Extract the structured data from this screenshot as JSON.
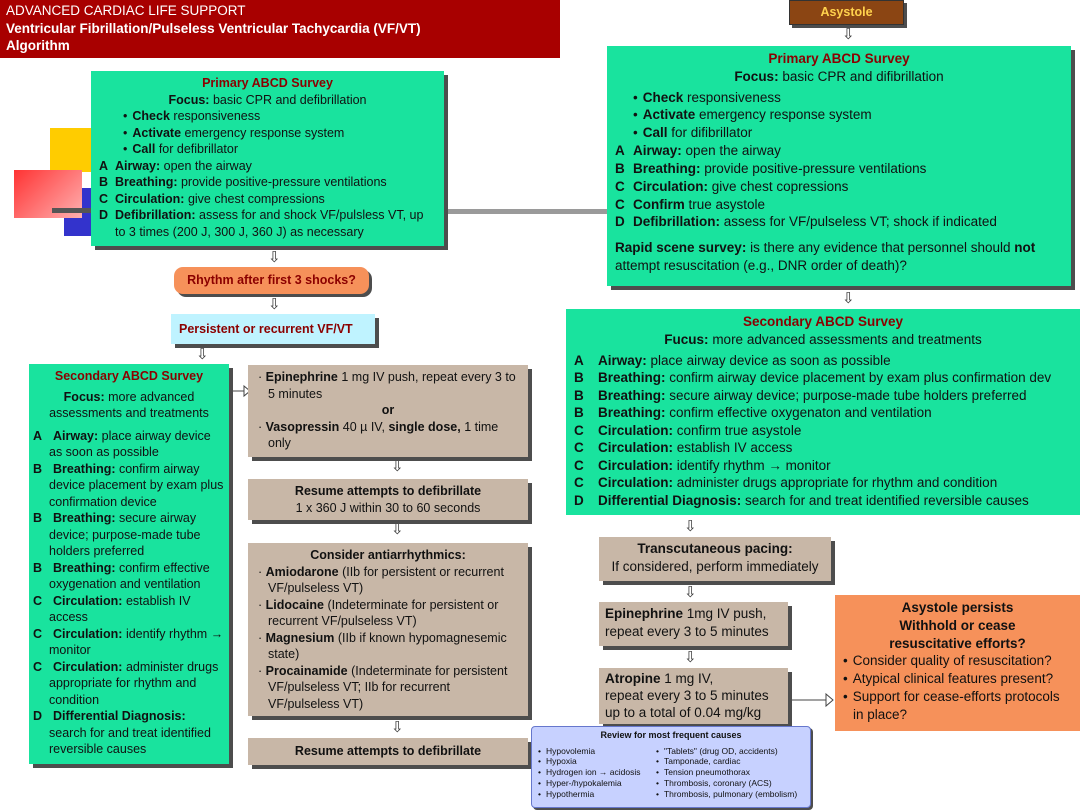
{
  "title": {
    "line1": "ADVANCED CARDIAC LIFE SUPPORT",
    "line2": "Ventricular Fibrillation/Pulseless Ventricular Tachycardia (VF/VT)",
    "line3": "Algorithm"
  },
  "vf": {
    "primary": {
      "heading": "Primary ABCD Survey",
      "focus_label": "Focus:",
      "focus_text": "basic CPR and defibrillation",
      "bullets": [
        {
          "b": "Check",
          "t": "responsiveness"
        },
        {
          "b": "Activate",
          "t": "emergency response system"
        },
        {
          "b": "Call",
          "t": "for defibrillator"
        }
      ],
      "items": [
        {
          "letter": "A",
          "b": "Airway:",
          "t": "open the airway"
        },
        {
          "letter": "B",
          "b": "Breathing:",
          "t": "provide positive-pressure ventilations"
        },
        {
          "letter": "C",
          "b": "Circulation:",
          "t": "give chest compressions"
        },
        {
          "letter": "D",
          "b": "Defibrillation:",
          "t": "assess for and shock VF/pulsless VT, up to 3 times (200 J, 300 J, 360 J) as necessary"
        }
      ]
    },
    "rhythm_pill": "Rhythm after first 3 shocks?",
    "persistent": "Persistent or recurrent VF/VT",
    "secondary": {
      "heading": "Secondary ABCD Survey",
      "focus_label": "Focus:",
      "focus_text": "more advanced assessments and treatments",
      "items": [
        {
          "letter": "A",
          "b": "Airway:",
          "t": "place airway device as soon as possible"
        },
        {
          "letter": "B",
          "b": "Breathing:",
          "t": "confirm airway device placement by exam plus confirmation device"
        },
        {
          "letter": "B",
          "b": "Breathing:",
          "t": "secure airway device; purpose-made tube holders preferred"
        },
        {
          "letter": "B",
          "b": "Breathing:",
          "t": "confirm effective oxygenation and ventilation"
        },
        {
          "letter": "C",
          "b": "Circulation:",
          "t": "establish IV access"
        },
        {
          "letter": "C",
          "b": "Circulation:",
          "t": "identify rhythm → monitor"
        },
        {
          "letter": "C",
          "b": "Circulation:",
          "t": "administer drugs appropriate for rhythm and condition"
        },
        {
          "letter": "D",
          "b": "Differential Diagnosis:",
          "t": "search for and treat identified reversible causes"
        }
      ]
    },
    "epi_box": {
      "epi_b": "Epinephrine",
      "epi_t": "1 mg IV push, repeat every 3 to 5 minutes",
      "or": "or",
      "vaso_b": "Vasopressin",
      "vaso_t": "40 µ IV,",
      "vaso_b2": "single dose,",
      "vaso_t2": "1 time only"
    },
    "resume1": {
      "b": "Resume attempts to defibrillate",
      "t": "1 x 360 J within 30 to 60 seconds"
    },
    "antiarr": {
      "heading": "Consider antiarrhythmics:",
      "items": [
        {
          "b": "Amiodarone",
          "t": "(IIb for persistent or recurrent VF/pulseless VT)"
        },
        {
          "b": "Lidocaine",
          "t": "(Indeterminate for persistent or recurrent VF/pulseless VT)"
        },
        {
          "b": "Magnesium",
          "t": "(IIb if known hypomagnesemic state)"
        },
        {
          "b": "Procainamide",
          "t": "(Indeterminate for persistent VF/pulseless VT; IIb for recurrent VF/pulseless VT)"
        }
      ]
    },
    "resume2": "Resume attempts to defibrillate"
  },
  "asys": {
    "title": "Asystole",
    "primary": {
      "heading": "Primary ABCD Survey",
      "focus_label": "Focus:",
      "focus_text": "basic CPR and difibrillation",
      "bullets": [
        {
          "b": "Check",
          "t": "responsiveness"
        },
        {
          "b": "Activate",
          "t": "emergency response system"
        },
        {
          "b": "Call",
          "t": "for difibrillator"
        }
      ],
      "items": [
        {
          "letter": "A",
          "b": "Airway:",
          "t": "open the airway"
        },
        {
          "letter": "B",
          "b": "Breathing:",
          "t": "provide positive-pressure ventilations"
        },
        {
          "letter": "C",
          "b": "Circulation:",
          "t": "give chest copressions"
        },
        {
          "letter": "C",
          "b": "Confirm",
          "t": "true asystole"
        },
        {
          "letter": "D",
          "b": "Defibrillation:",
          "t": "assess for VF/pulseless VT; shock if indicated"
        }
      ],
      "rapid_b": "Rapid scene survey:",
      "rapid_t": "is there any evidence that personnel should",
      "rapid_not": "not",
      "rapid_t2": "attempt resuscitation (e.g., DNR order of death)?"
    },
    "secondary": {
      "heading": "Secondary ABCD Survey",
      "focus_label": "Fucus:",
      "focus_text": "more advanced assessments and treatments",
      "items": [
        {
          "letter": "A",
          "b": "Airway:",
          "t": "place airway device as soon as possible"
        },
        {
          "letter": "B",
          "b": "Breathing:",
          "t": "confirm airway device placement by exam plus confirmation dev"
        },
        {
          "letter": "B",
          "b": "Breathing:",
          "t": "secure airway device; purpose-made tube holders preferred"
        },
        {
          "letter": "B",
          "b": "Breathing:",
          "t": "confirm effective oxygenaton and ventilation"
        },
        {
          "letter": "C",
          "b": "Circulation:",
          "t": "confirm true asystole"
        },
        {
          "letter": "C",
          "b": "Circulation:",
          "t": "establish IV access"
        },
        {
          "letter": "C",
          "b": "Circulation:",
          "t": "identify rhythm → monitor"
        },
        {
          "letter": "C",
          "b": "Circulation:",
          "t": "administer drugs appropriate for rhythm and condition"
        },
        {
          "letter": "D",
          "b": "Differential Diagnosis:",
          "t": "search for and treat identified reversible causes"
        }
      ]
    },
    "pacing": {
      "b": "Transcutaneous pacing:",
      "t": "If considered, perform immediately"
    },
    "epi": {
      "b": "Epinephrine",
      "t": "1mg IV push,",
      "t2": "repeat every 3 to 5 minutes"
    },
    "atropine": {
      "b": "Atropine",
      "t": "1 mg IV,",
      "t2": "repeat every 3 to 5 minutes",
      "t3": "up to a total of 0.04 mg/kg"
    },
    "persists": {
      "h1": "Asystole persists",
      "h2": "Withhold or cease",
      "h3": "resuscitative efforts?",
      "items": [
        "Consider quality of resuscitation?",
        "Atypical clinical features present?",
        "Support for cease-efforts protocols in place?"
      ]
    }
  },
  "review": {
    "heading": "Review for most frequent causes",
    "left": [
      "Hypovolemia",
      "Hypoxia",
      "Hydrogen ion → acidosis",
      "Hyper-/hypokalemia",
      "Hypothermia"
    ],
    "right": [
      "\"Tablets\" (drug OD, accidents)",
      "Tamponade, cardiac",
      "Tension pneumothorax",
      "Thrombosis, coronary (ACS)",
      "Thrombosis, pulmonary (embolism)"
    ]
  },
  "colors": {
    "title_bg": "#a80000",
    "green": "#19e39e",
    "tan": "#c8b7a7",
    "orange": "#f6915a",
    "light_blue": "#bff3ff",
    "review_bg": "#c7d1ff"
  },
  "icons": {
    "arrow": "down-arrow-icon",
    "decoration": "slide-decoration"
  }
}
